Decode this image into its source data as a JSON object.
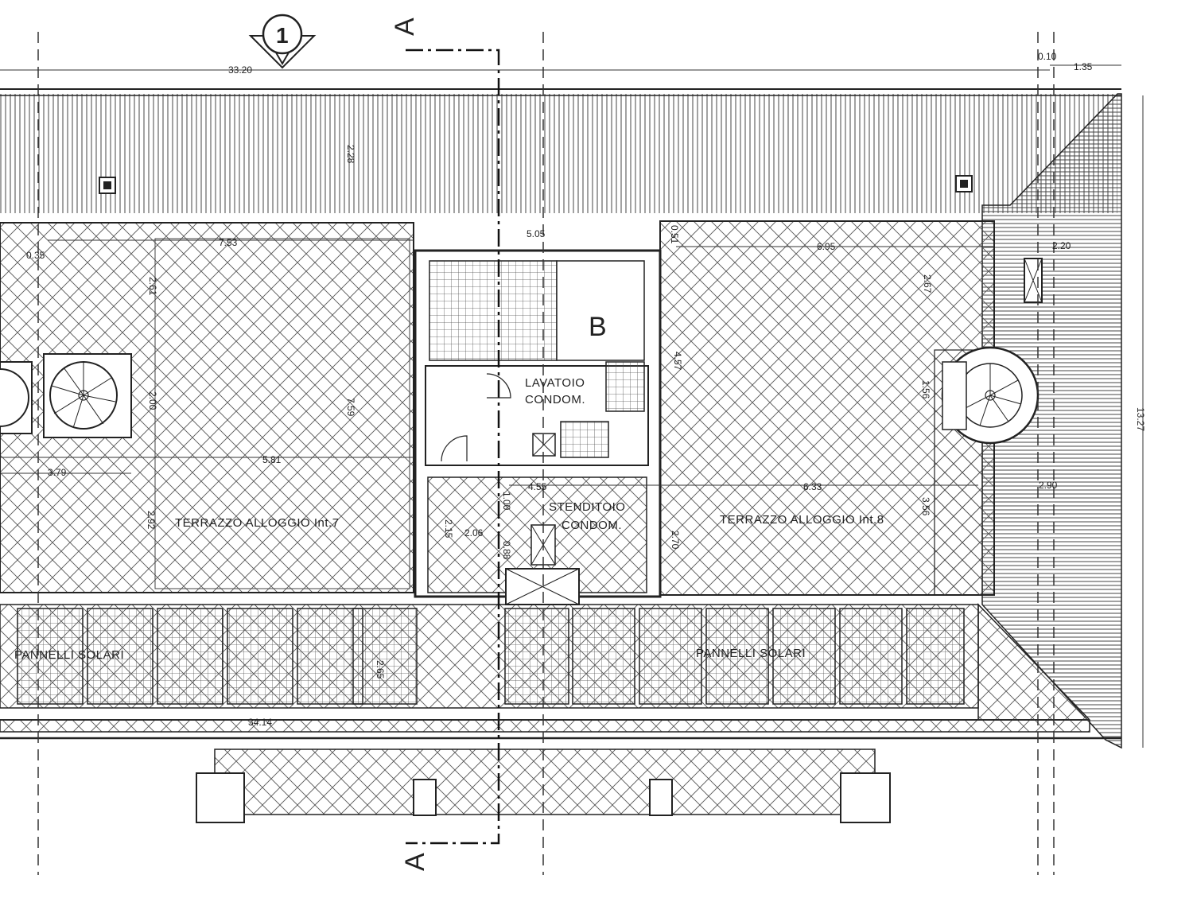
{
  "section_marker": {
    "letter_top": "A",
    "letter_bottom": "A"
  },
  "view_marker": {
    "number": "1"
  },
  "room_letter": "B",
  "rooms": {
    "lavatoio_line1": "LAVATOIO",
    "lavatoio_line2": "CONDOM.",
    "stenditoio_line1": "STENDITOIO",
    "stenditoio_line2": "CONDOM.",
    "terrace_left": "TERRAZZO ALLOGGIO Int.7",
    "terrace_right": "TERRAZZO ALLOGGIO Int.8",
    "solar_left": "PANNELLI SOLARI",
    "solar_right": "PANNELLI SOLARI"
  },
  "dimensions": {
    "top_total": "33.20",
    "top_small": "0.10",
    "top_right": "1.35",
    "d_228": "2.28",
    "d_753": "7.53",
    "d_505": "5.05",
    "d_051": "0.51",
    "d_695": "6.95",
    "d_035": "0.35",
    "d_261": "2.61",
    "d_267": "2.67",
    "d_220": "2.20",
    "d_457": "4.57",
    "d_200": "2.00",
    "d_759": "7.59",
    "d_156": "1.56",
    "d_1327": "13.27",
    "d_379": "3.79",
    "d_581": "5.81",
    "d_455": "4.55",
    "d_633": "6.33",
    "d_290": "2.90",
    "d_292": "2.92",
    "d_215": "2.15",
    "d_206": "2.06",
    "d_100": "1.00",
    "d_088": "0.88",
    "d_270": "2.70",
    "d_356": "3.56",
    "d_265": "2.65",
    "d_3414": "34.14"
  }
}
